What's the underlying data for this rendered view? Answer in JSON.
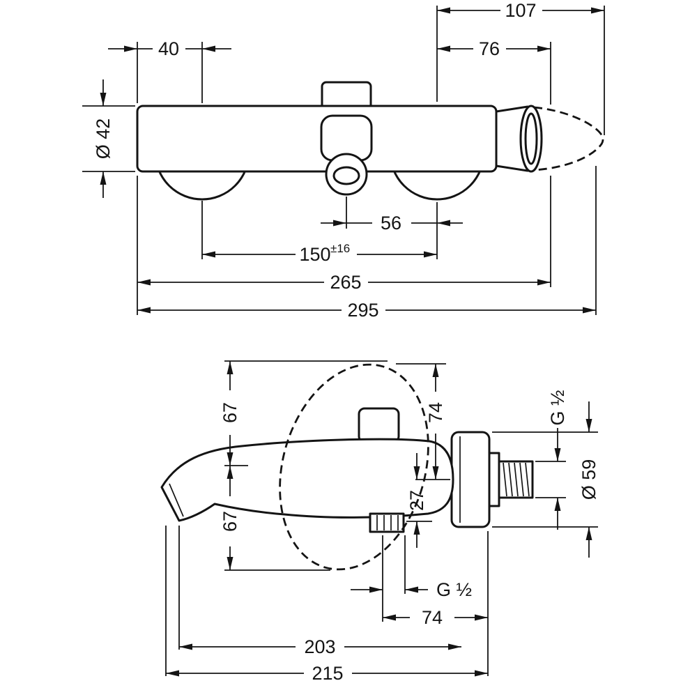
{
  "drawing": {
    "type": "technical-dimension-drawing",
    "product": "wall-mounted bath mixer faucet",
    "front_view": {
      "dims": {
        "handle_width": "107",
        "wall_to_left_center": "40",
        "center_to_handle": "76",
        "body_diameter": "Ø 42",
        "spout_to_center": "56",
        "port_distance": "150",
        "port_tolerance": "±16",
        "body_length": "265",
        "overall_length": "295"
      }
    },
    "side_view": {
      "dims": {
        "upper_height": "67",
        "lower_height": "67",
        "top_to_axis": "74",
        "axis_to_outlet": "27",
        "connection_thread": "G ½",
        "flange_diameter": "Ø 59",
        "outlet_thread": "G ½",
        "wall_distance": "74",
        "reach_inner": "203",
        "reach_total": "215"
      }
    }
  }
}
